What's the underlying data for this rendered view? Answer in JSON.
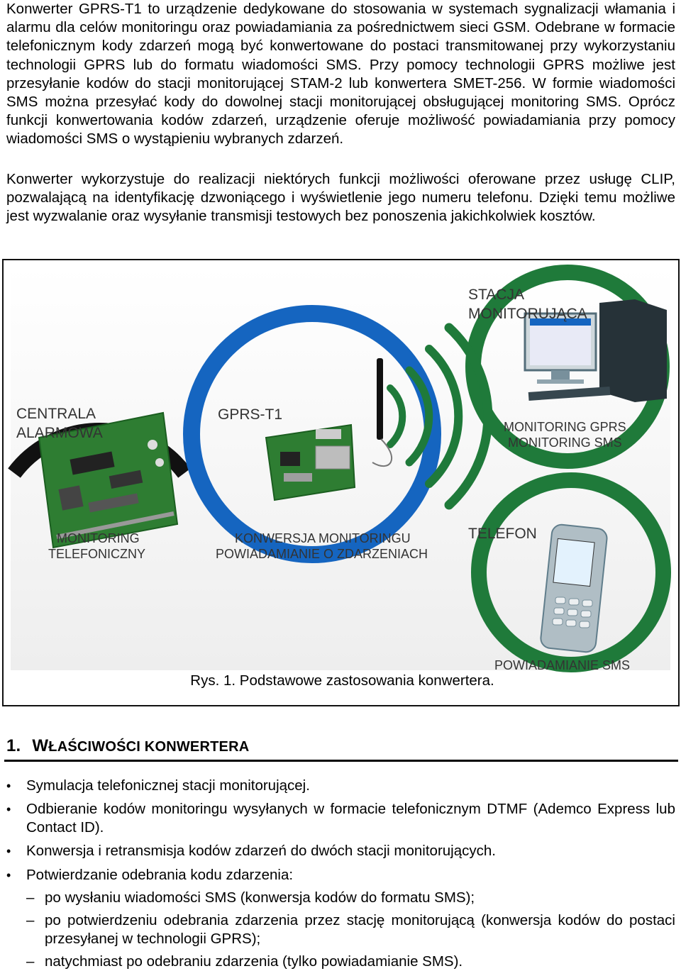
{
  "intro": {
    "paragraph1": "Konwerter GPRS-T1 to urządzenie dedykowane do stosowania w systemach sygnalizacji włamania i alarmu dla celów monitoringu oraz powiadamiania za pośrednictwem sieci GSM. Odebrane w formacie telefonicznym kody zdarzeń mogą być konwertowane do postaci transmitowanej przy wykorzystaniu technologii GPRS lub do formatu wiadomości SMS. Przy pomocy technologii GPRS możliwe jest przesyłanie kodów do stacji monitorującej STAM-2 lub konwertera SMET-256. W formie wiadomości SMS można przesyłać kody do dowolnej stacji monitorującej obsługującej monitoring SMS. Oprócz funkcji konwertowania kodów zdarzeń, urządzenie oferuje możliwość powiadamiania przy pomocy wiadomości SMS o wystąpieniu wybranych zdarzeń.",
    "paragraph2": "Konwerter wykorzystuje do realizacji niektórych funkcji możliwości oferowane przez usługę CLIP, pozwalającą na identyfikację dzwoniącego i wyświetlenie jego numeru telefonu. Dzięki temu możliwe jest wyzwalanie oraz wysyłanie transmisji testowych bez ponoszenia jakichkolwiek kosztów."
  },
  "figure": {
    "labels": {
      "station_line1": "STACJA",
      "station_line2": "MONITORUJĄCA",
      "panel_line1": "CENTRALA",
      "panel_line2": "ALARMOWA",
      "device": "GPRS-T1",
      "monitoring_line1": "MONITORING GPRS",
      "monitoring_line2": "MONITORING SMS",
      "phone_monitoring_line1": "MONITORING",
      "phone_monitoring_line2": "TELEFONICZNY",
      "conversion_line1": "KONWERSJA MONITORINGU",
      "conversion_line2": "POWIADAMIANIE O ZDARZENIACH",
      "phone": "TELEFON",
      "sms_notify": "POWIADAMIANIE SMS"
    },
    "caption": "Rys. 1. Podstawowe zastosowania konwertera.",
    "colors": {
      "green": "#1f7a3a",
      "blue": "#1565c0",
      "black": "#111111"
    }
  },
  "section": {
    "number": "1.",
    "title_first": "W",
    "title_rest": "ŁAŚCIWOŚCI KONWERTERA"
  },
  "bullets": [
    "Symulacja telefonicznej stacji monitorującej.",
    "Odbieranie kodów monitoringu wysyłanych w formacie telefonicznym DTMF (Ademco Express lub Contact ID).",
    "Konwersja i retransmisja kodów zdarzeń do dwóch stacji monitorujących.",
    "Potwierdzanie odebrania kodu zdarzenia:"
  ],
  "subbullets": [
    "po wysłaniu wiadomości SMS (konwersja kodów do formatu SMS);",
    "po potwierdzeniu odebrania zdarzenia przez stację monitorującą (konwersja kodów do postaci przesyłanej w technologii GPRS);",
    "natychmiast po odebraniu zdarzenia (tylko powiadamianie SMS)."
  ]
}
